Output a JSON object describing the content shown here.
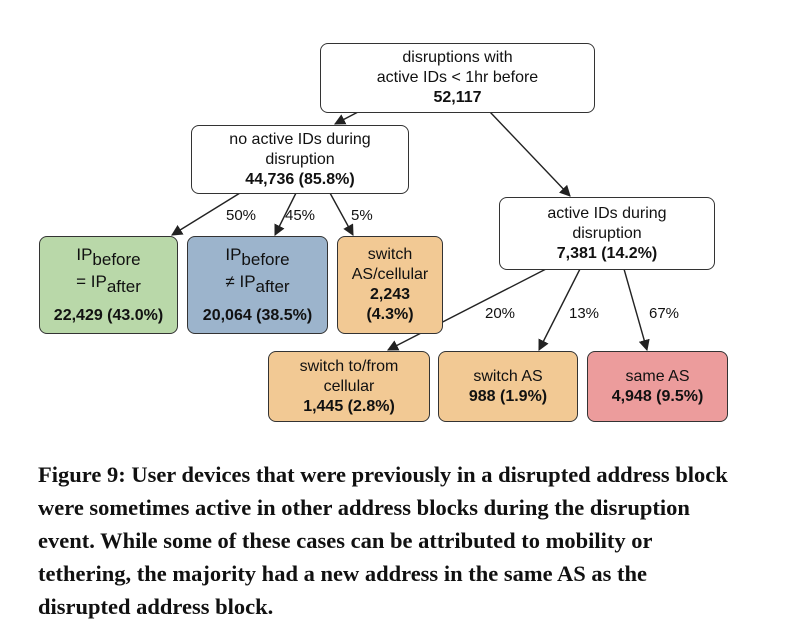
{
  "nodes": {
    "root": {
      "line1": "disruptions with",
      "line2": "active IDs < 1hr before",
      "count": "52,117"
    },
    "no_active": {
      "line1": "no active IDs during",
      "line2": "disruption",
      "count": "44,736 (85.8%)"
    },
    "active": {
      "line1": "active IDs during",
      "line2": "disruption",
      "count": "7,381 (14.2%)"
    },
    "ip_same": {
      "ip": "IP",
      "sub_before": "before",
      "eq": "= IP",
      "sub_after": "after",
      "count": "22,429 (43.0%)"
    },
    "ip_diff": {
      "ip": "IP",
      "sub_before": "before",
      "neq": "≠ IP",
      "sub_after": "after",
      "count": "20,064 (38.5%)"
    },
    "switch_as_cell": {
      "line1": "switch",
      "line2": "AS/cellular",
      "count": "2,243",
      "pct": "(4.3%)"
    },
    "switch_cell": {
      "line1": "switch to/from",
      "line2": "cellular",
      "count": "1,445 (2.8%)"
    },
    "switch_as": {
      "line1": "switch AS",
      "count": "988 (1.9%)"
    },
    "same_as": {
      "line1": "same AS",
      "count": "4,948 (9.5%)"
    }
  },
  "edge_labels": {
    "to_ip_same": "50%",
    "to_ip_diff": "45%",
    "to_switch_as_cell": "5%",
    "to_switch_cell": "20%",
    "to_switch_as": "13%",
    "to_same_as": "67%"
  },
  "caption": "Figure 9: User devices that were previously in a disrupted address block were sometimes active in other address blocks during the disruption event. While some of these cases can be attributed to mobility or tethering, the majority had a new address in the same AS as the disrupted address block."
}
